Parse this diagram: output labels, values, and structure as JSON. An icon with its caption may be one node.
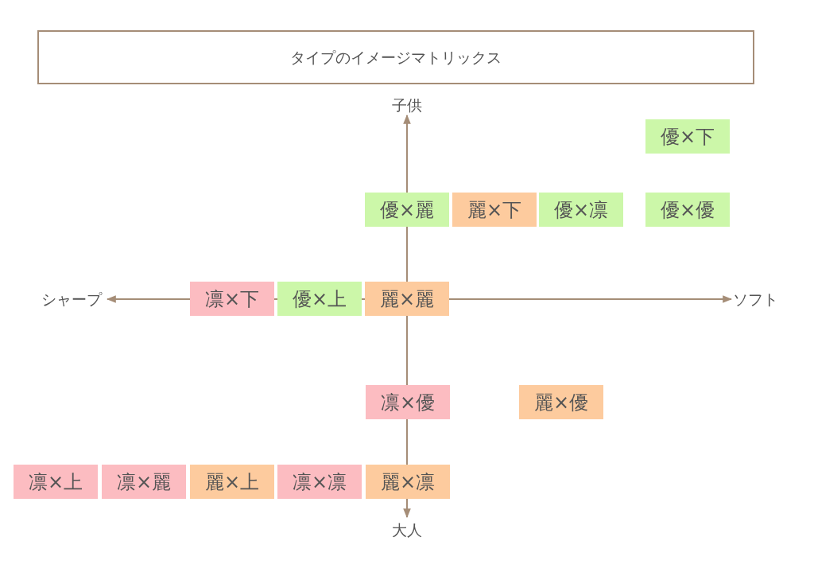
{
  "diagram": {
    "title": "タイプのイメージマトリックス",
    "nodes": [
      {
        "text": [
          "優×下"
        ]
      },
      {
        "text": [
          "優×麗"
        ]
      },
      {
        "text": [
          "麗×下"
        ]
      },
      {
        "text": [
          "優×凛"
        ]
      },
      {
        "text": [
          "優×優"
        ]
      },
      {
        "text": [
          "凛×下"
        ]
      },
      {
        "text": [
          "優×上"
        ]
      },
      {
        "text": [
          "麗×麗"
        ]
      },
      {
        "text": [
          "凛×優"
        ]
      },
      {
        "text": [
          "麗×優"
        ]
      },
      {
        "text": [
          "凛×上"
        ]
      },
      {
        "text": [
          "凛×麗"
        ]
      },
      {
        "text": [
          "麗×上"
        ]
      },
      {
        "text": [
          "凛×凛"
        ]
      },
      {
        "text": [
          "麗×凛"
        ]
      }
    ],
    "labels": [
      "子供",
      "シャープ",
      "ソフト",
      "大人"
    ]
  }
}
